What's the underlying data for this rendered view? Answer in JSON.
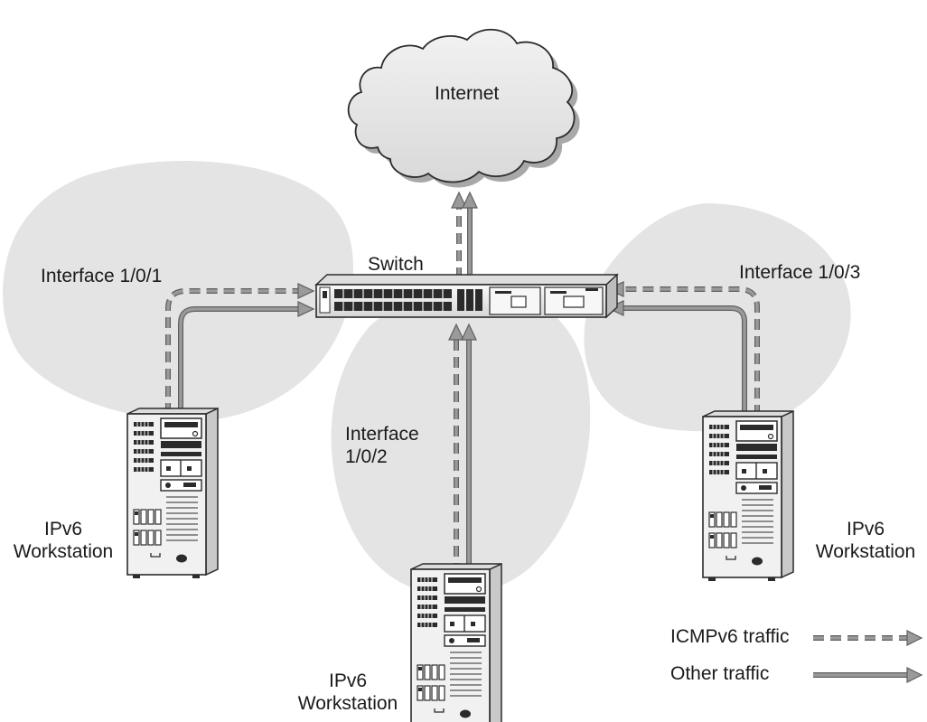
{
  "colors": {
    "background": "#ffffff",
    "network_area": "#e4e4e4",
    "cloud": "#e6e6e6",
    "arrow": "#8f8f8f",
    "arrow_outline": "#5f5f5f",
    "device_body": "#f1f1f1",
    "device_dark": "#2b2b2b",
    "text": "#1a1a1a"
  },
  "icons": {
    "cloud": "internet-cloud-icon",
    "switch": "network-switch-icon",
    "workstation": "tower-server-icon"
  },
  "labels": {
    "internet": "Internet",
    "switch": "Switch",
    "interface_1": "Interface 1/0/1",
    "interface_2_line1": "Interface",
    "interface_2_line2": "1/0/2",
    "interface_3": "Interface 1/0/3",
    "workstation_line1": "IPv6",
    "workstation_line2": "Workstation"
  },
  "legend": {
    "icmp": "ICMPv6 traffic",
    "other": "Other traffic"
  }
}
